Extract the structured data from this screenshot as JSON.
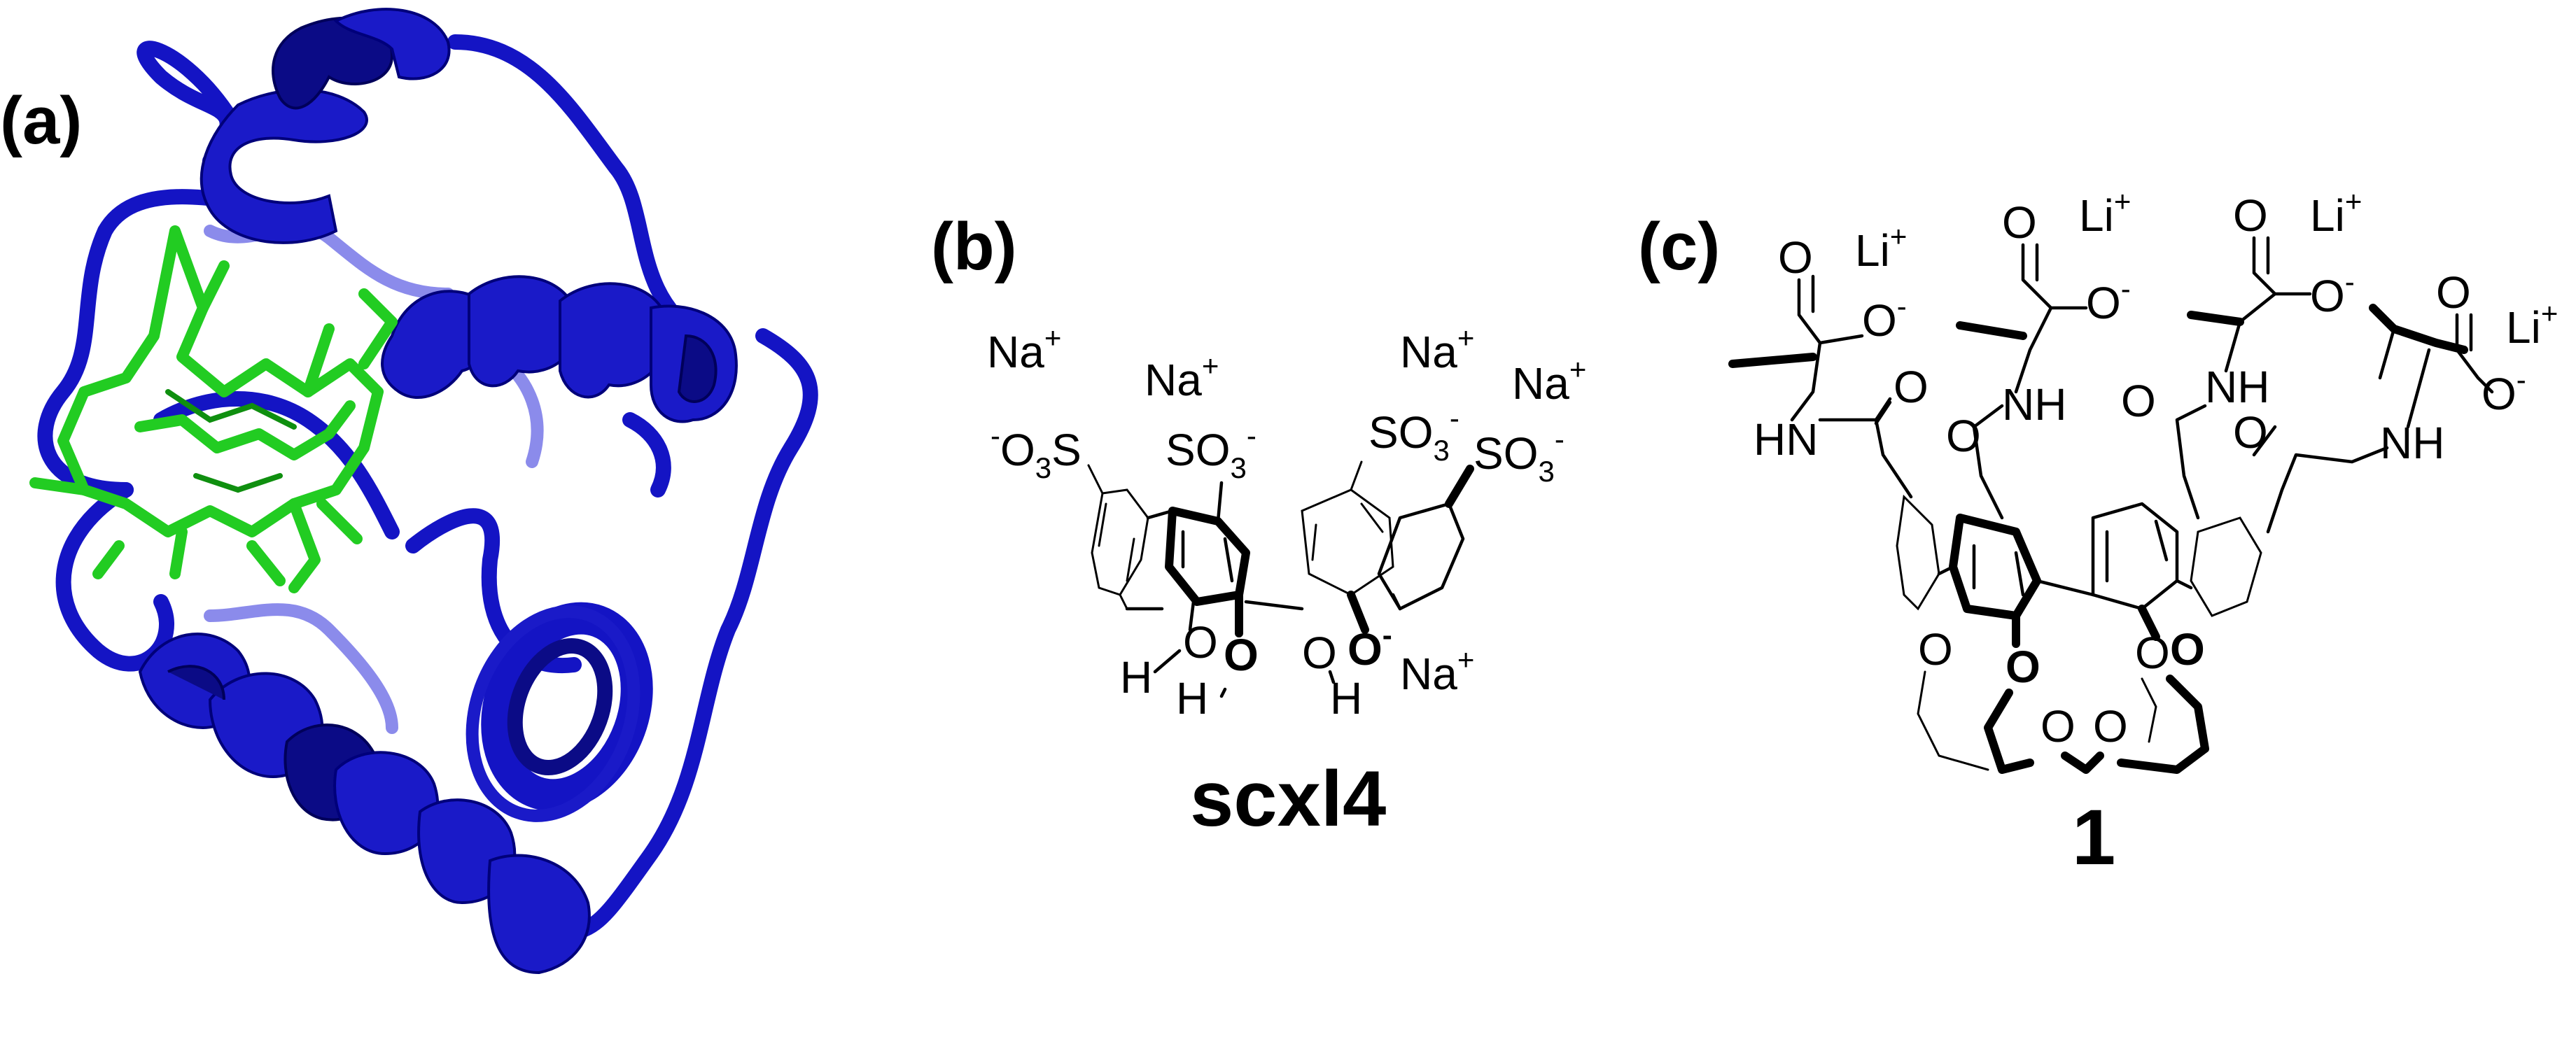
{
  "panels": {
    "a": {
      "label": "(a)"
    },
    "b": {
      "label": "(b)",
      "compound_name": "scxl4",
      "counterion": "Na",
      "charge_plus": "+",
      "charge_minus": "-",
      "sulfonate_left": {
        "pre": "-",
        "o": "O",
        "sub": "3",
        "s": "S"
      },
      "sulfonate": {
        "s": "SO",
        "sub": "3",
        "sup": "-"
      },
      "oxygen": "O",
      "hydrogen": "H"
    },
    "c": {
      "label": "(c)",
      "compound_name": "1",
      "counterion": "Li",
      "charge_plus": "+",
      "charge_minus": "-",
      "oxygen": "O",
      "amide": "NH",
      "amide_rev": "HN"
    }
  },
  "colors": {
    "protein": "#1414c4",
    "heme": "#22cc22",
    "structure": "#000000"
  }
}
